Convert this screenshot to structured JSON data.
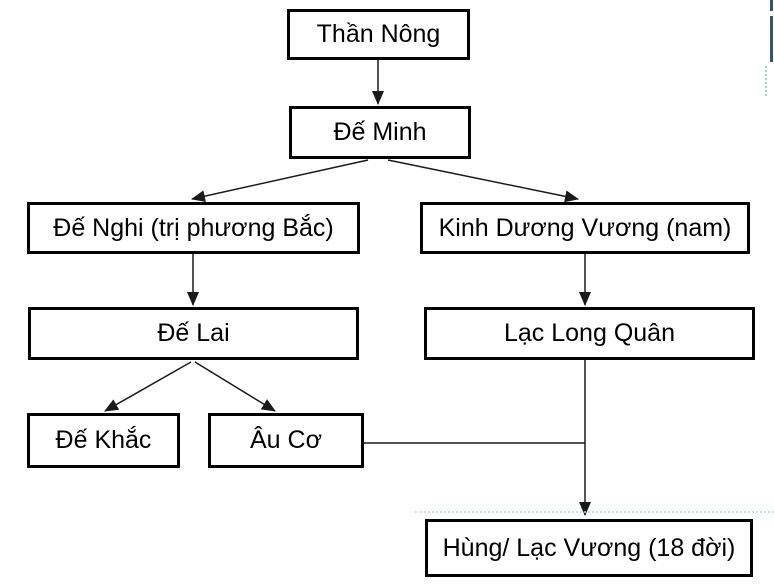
{
  "diagram": {
    "type": "family-tree-flowchart",
    "background_color": "#ffffff",
    "box_border_color": "#000000",
    "text_color": "#000000",
    "connector_color": "#1a1a1a",
    "nodes": [
      {
        "id": "than-nong",
        "label": "Thần Nông"
      },
      {
        "id": "de-minh",
        "label": "Đế Minh"
      },
      {
        "id": "de-nghi",
        "label": "Đế Nghi (trị phương Bắc)"
      },
      {
        "id": "kinh-duong-vuong",
        "label": "Kinh Dương Vương (nam)"
      },
      {
        "id": "de-lai",
        "label": "Đế Lai"
      },
      {
        "id": "lac-long-quan",
        "label": "Lạc Long Quân"
      },
      {
        "id": "de-khac",
        "label": "Đế Khắc"
      },
      {
        "id": "au-co",
        "label": "Âu Cơ"
      },
      {
        "id": "hung-lac-vuong",
        "label": "Hùng/ Lạc Vương (18 đời)"
      }
    ],
    "edges": [
      {
        "from": "than-nong",
        "to": "de-minh",
        "arrow": true
      },
      {
        "from": "de-minh",
        "to": "de-nghi",
        "arrow": true
      },
      {
        "from": "de-minh",
        "to": "kinh-duong-vuong",
        "arrow": true
      },
      {
        "from": "de-nghi",
        "to": "de-lai",
        "arrow": true
      },
      {
        "from": "kinh-duong-vuong",
        "to": "lac-long-quan",
        "arrow": true
      },
      {
        "from": "de-lai",
        "to": "de-khac",
        "arrow": true
      },
      {
        "from": "de-lai",
        "to": "au-co",
        "arrow": true
      },
      {
        "from": "lac-long-quan",
        "to": "hung-lac-vuong",
        "arrow": true
      },
      {
        "from": "au-co",
        "to": "hung-lac-vuong",
        "arrow": false
      }
    ],
    "artifacts": {
      "edge_strip_color": "#33566a",
      "dotted_guide_color": "#93c7b4"
    }
  }
}
